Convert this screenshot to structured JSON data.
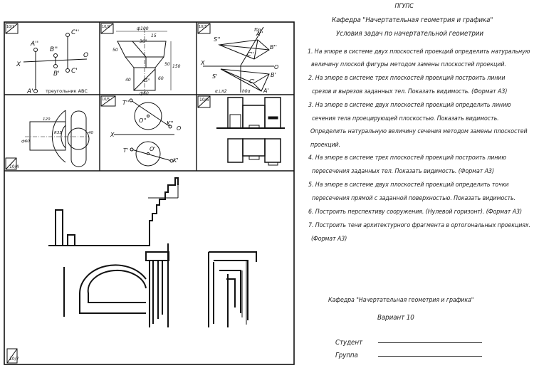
{
  "header": {
    "university": "ПГУПС",
    "department": "Кафедра \"Начертательная геометрия и графика\"",
    "title": "Условия задач по начертательной геометрии"
  },
  "tasks": [
    [
      "1. На эпюре в системе двух плоскостей проекций определить  натуральную",
      "величину плоской фигуры методом замены плоскостей проекций."
    ],
    [
      "2.  На эпюре в системе  трех плоскостей  проекций  построить линии",
      "срезов и вырезов заданных тел. Показать видимость. (Формат А3)"
    ],
    [
      "3.  На эпюре в системе двух плоскостей проекций   определить  линию",
      "сечения тела проецирующей плоскостью. Показать видимость.",
      "Определить натуральную величину  сечения методом замены плоскостей",
      "проекций."
    ],
    [
      "4. На эпюре  в  системе  трех  плоскостей  проекций  построить  линию",
      "пересечения заданных тел. Показать видимость. (Формат А3)"
    ],
    [
      "5.  На эпюре  в системе  двух плоскостей проекций    определить    точки",
      "пересечения прямой с заданной поверхностью. Показать видимость."
    ],
    [
      "6. Построить перспективу сооружения. (Нулевой горизонт). (Формат А3)"
    ],
    [
      "7. Построить тени архитектурного фрагмента в ортогональных проекциях.",
      "(Формат А3)"
    ]
  ],
  "footer": {
    "department": "Кафедра \"Начертательная геометрия и графика\"",
    "variant": "Вариант 10",
    "student_label": "Студент",
    "group_label": "Группа"
  },
  "panels": {
    "p1": {
      "num": "10/1",
      "caption": "треугольник ABC",
      "labels": [
        "A''",
        "B''",
        "C''",
        "X",
        "O",
        "B'",
        "C'",
        "A'"
      ]
    },
    "p2": {
      "num": "10/2",
      "dims": [
        "ф100",
        "15",
        "30°",
        "50",
        "50",
        "150",
        "40",
        "60",
        "45°",
        "ф60"
      ]
    },
    "p3": {
      "num": "10/3",
      "labels": [
        "S''",
        "A''",
        "B''",
        "C''",
        "X",
        "O",
        "S'",
        "B'",
        "C'",
        "A'",
        "α⊥π2",
        "h0α",
        "f0α"
      ]
    },
    "p4": {
      "num": "10/4",
      "dims": [
        "120",
        "ф60",
        "R35",
        "40"
      ]
    },
    "p5": {
      "num": "10/5",
      "labels": [
        "T''",
        "O''",
        "K''",
        "O",
        "X",
        "T'",
        "O'",
        "K'"
      ]
    },
    "p6": {
      "num": "10/6"
    },
    "p7": {
      "num": "10/7"
    }
  }
}
